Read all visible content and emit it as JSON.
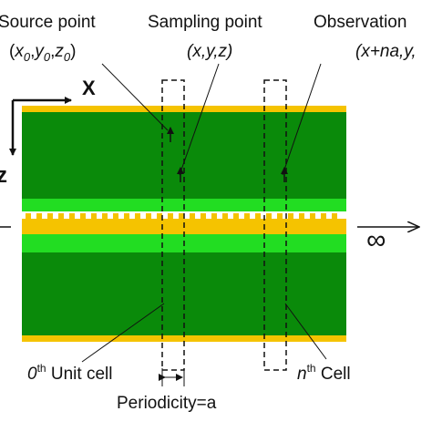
{
  "labels": {
    "source_title": "Source point",
    "source_coords": {
      "open": "(",
      "x": "x",
      "x_sub": "0",
      "comma1": ",",
      "y": "y",
      "y_sub": "0",
      "comma2": ",",
      "z": "z",
      "z_sub": "0",
      "close": ")"
    },
    "sampling_title": "Sampling point",
    "sampling_coords": "(x,y,z)",
    "observation_title": "Observation",
    "observation_coords": "(x+na,y,",
    "axis_x": "X",
    "axis_z": "z",
    "infinity": "∞",
    "unit_cell": {
      "n": "0",
      "sup": "th",
      "text": " Unit cell"
    },
    "nth_cell": {
      "n": "n",
      "sup": "th",
      "text": " Cell"
    },
    "periodicity": "Periodicity=a"
  },
  "colors": {
    "dark_green": "#0a8a0a",
    "light_green": "#22dd22",
    "yellow": "#f5c300",
    "black": "#111111"
  }
}
